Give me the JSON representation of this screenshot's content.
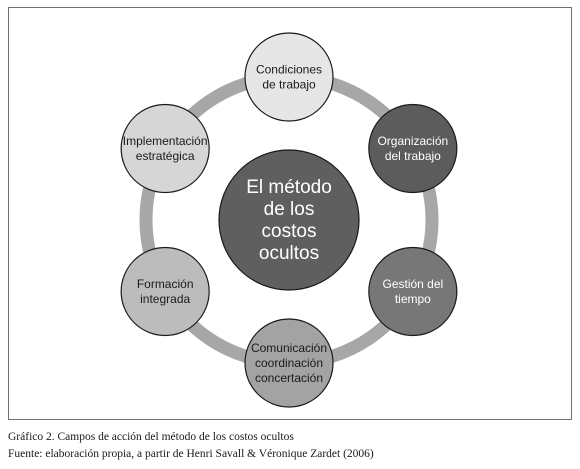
{
  "diagram": {
    "ring_color": "#a7a7a7",
    "center": {
      "lines": [
        "El método",
        "de los",
        "costos",
        "ocultos"
      ],
      "fill": "#5f5f5f",
      "text_color": "#ffffff"
    },
    "nodes": [
      {
        "id": "condiciones",
        "lines": [
          "Condiciones",
          "de trabajo"
        ],
        "fill": "#e6e6e6",
        "text_color": "#1a1a1a"
      },
      {
        "id": "organizacion",
        "lines": [
          "Organización",
          "del trabajo"
        ],
        "fill": "#5c5c5c",
        "text_color": "#ffffff"
      },
      {
        "id": "gestion",
        "lines": [
          "Gestión del",
          "tiempo"
        ],
        "fill": "#777777",
        "text_color": "#ffffff"
      },
      {
        "id": "comunicacion",
        "lines": [
          "Comunicación",
          "coordinación",
          "concertación"
        ],
        "fill": "#a3a3a3",
        "text_color": "#1a1a1a"
      },
      {
        "id": "formacion",
        "lines": [
          "Formación",
          "integrada"
        ],
        "fill": "#bcbcbc",
        "text_color": "#1a1a1a"
      },
      {
        "id": "implementacion",
        "lines": [
          "Implementación",
          "estratégica"
        ],
        "fill": "#d6d6d6",
        "text_color": "#1a1a1a"
      }
    ]
  },
  "caption": {
    "title": "Gráfico 2. Campos de acción del método de los costos ocultos",
    "source": "Fuente: elaboración propia, a partir de Henri Savall & Véronique Zardet (2006)"
  }
}
